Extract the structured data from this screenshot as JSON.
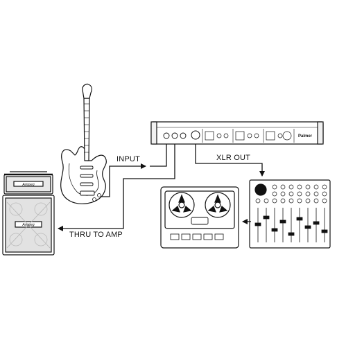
{
  "labels": {
    "input": "INPUT",
    "xlr_out": "XLR OUT",
    "thru_to_amp": "THRU TO AMP"
  },
  "devices": {
    "amp_brand_top": "Ampeg",
    "amp_brand_cab": "Ampeg",
    "di_brand": "Palmer"
  },
  "colors": {
    "line": "#111111",
    "fill": "#ffffff",
    "grey": "#9a9a9a"
  }
}
